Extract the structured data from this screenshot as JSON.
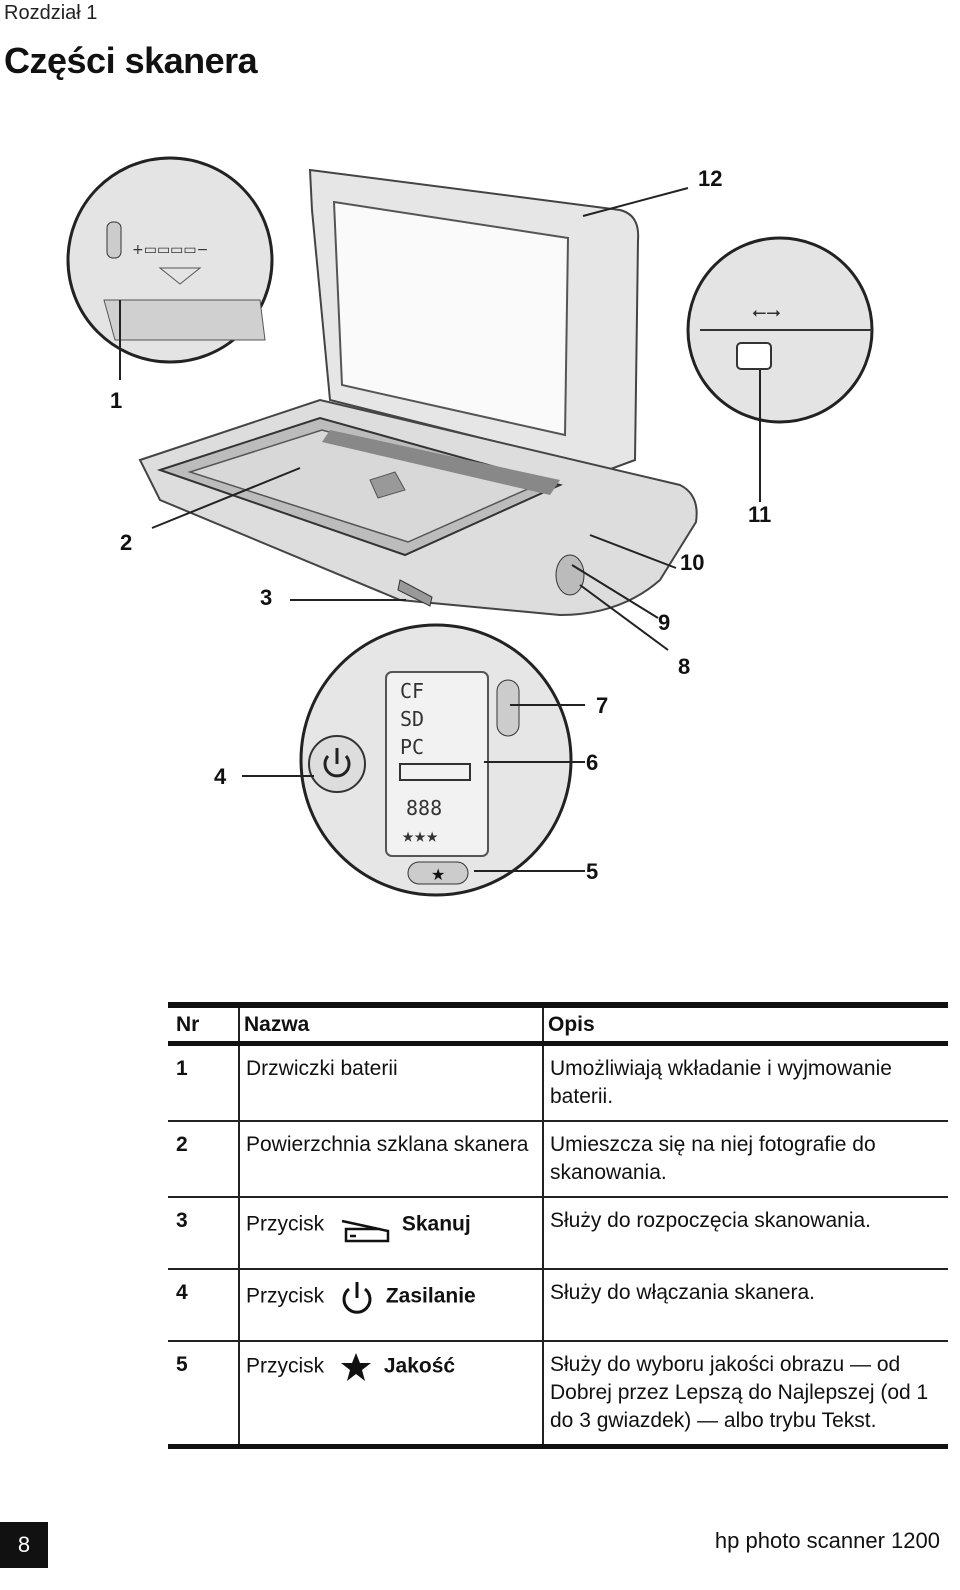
{
  "header": {
    "chapter": "Rozdział 1",
    "title": "Części skanera"
  },
  "diagram": {
    "callouts": [
      "1",
      "2",
      "3",
      "4",
      "5",
      "6",
      "7",
      "8",
      "9",
      "10",
      "11",
      "12"
    ],
    "lcd": {
      "line1": "CF",
      "line2": "SD",
      "line3": "PC",
      "digits": "888",
      "stars": "★★★"
    },
    "quality_button_symbol": "★"
  },
  "table": {
    "headers": {
      "nr": "Nr",
      "name": "Nazwa",
      "desc": "Opis"
    },
    "rows": [
      {
        "nr": "1",
        "name": "Drzwiczki baterii",
        "desc": "Umożliwiają wkładanie i wyjmowanie baterii."
      },
      {
        "nr": "2",
        "name": "Powierzchnia szklana skanera",
        "desc": "Umieszcza się na niej fotografie do skanowania."
      },
      {
        "nr": "3",
        "prefix": "Przycisk",
        "icon": "scan-icon",
        "button": "Skanuj",
        "desc": "Służy do rozpoczęcia skanowania."
      },
      {
        "nr": "4",
        "prefix": "Przycisk",
        "icon": "power-icon",
        "button": "Zasilanie",
        "desc": "Służy do włączania skanera."
      },
      {
        "nr": "5",
        "prefix": "Przycisk",
        "icon": "star-icon",
        "button": "Jakość",
        "desc": "Służy do wyboru jakości obrazu — od Dobrej przez Lepszą do Najlepszej (od 1 do 3 gwiazdek) — albo trybu Tekst."
      }
    ]
  },
  "footer": {
    "page": "8",
    "product": "hp photo scanner 1200"
  }
}
